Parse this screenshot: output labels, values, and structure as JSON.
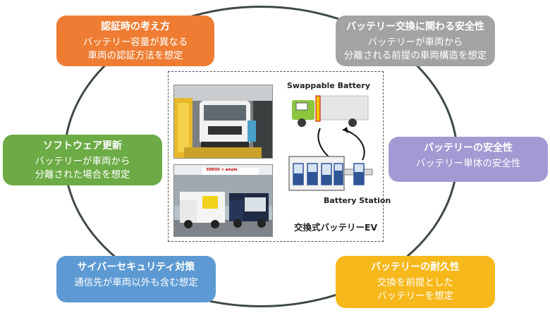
{
  "cards": {
    "certification": {
      "title": "認証時の考え方",
      "body": "バッテリー容量が異なる\n車両の認証方法を想定"
    },
    "swap_safety": {
      "title": "バッテリー交換に関わる安全性",
      "body": "バッテリーが車両から\n分離される前提の車両構造を想定"
    },
    "software": {
      "title": "ソフトウェア更新",
      "body": "バッテリーが車両から\n分離された場合を想定"
    },
    "battery_safety": {
      "title": "バッテリーの安全性",
      "body": "バッテリー単体の安全性"
    },
    "cyber": {
      "title": "サイバーセキュリティ対策",
      "body": "通信先が車両以外も含む想定"
    },
    "durability": {
      "title": "バッテリーの耐久性",
      "body": "交換を前提とした\nバッテリーを想定"
    }
  },
  "center": {
    "swappable_label": "Swappable Battery",
    "station_label": "Battery Station",
    "caption": "交換式バッテリーEV",
    "sign_text": "ENEOS × ample"
  },
  "colors": {
    "orange": "#ee7d33",
    "gray": "#a3a3a3",
    "green": "#6cab45",
    "purple": "#a49ad3",
    "blue": "#5d9ad3",
    "yellow": "#f6b81a",
    "ring": "#3f4a44",
    "truck_cab": "#8cc63f",
    "battery_blue": "#2f5597"
  }
}
